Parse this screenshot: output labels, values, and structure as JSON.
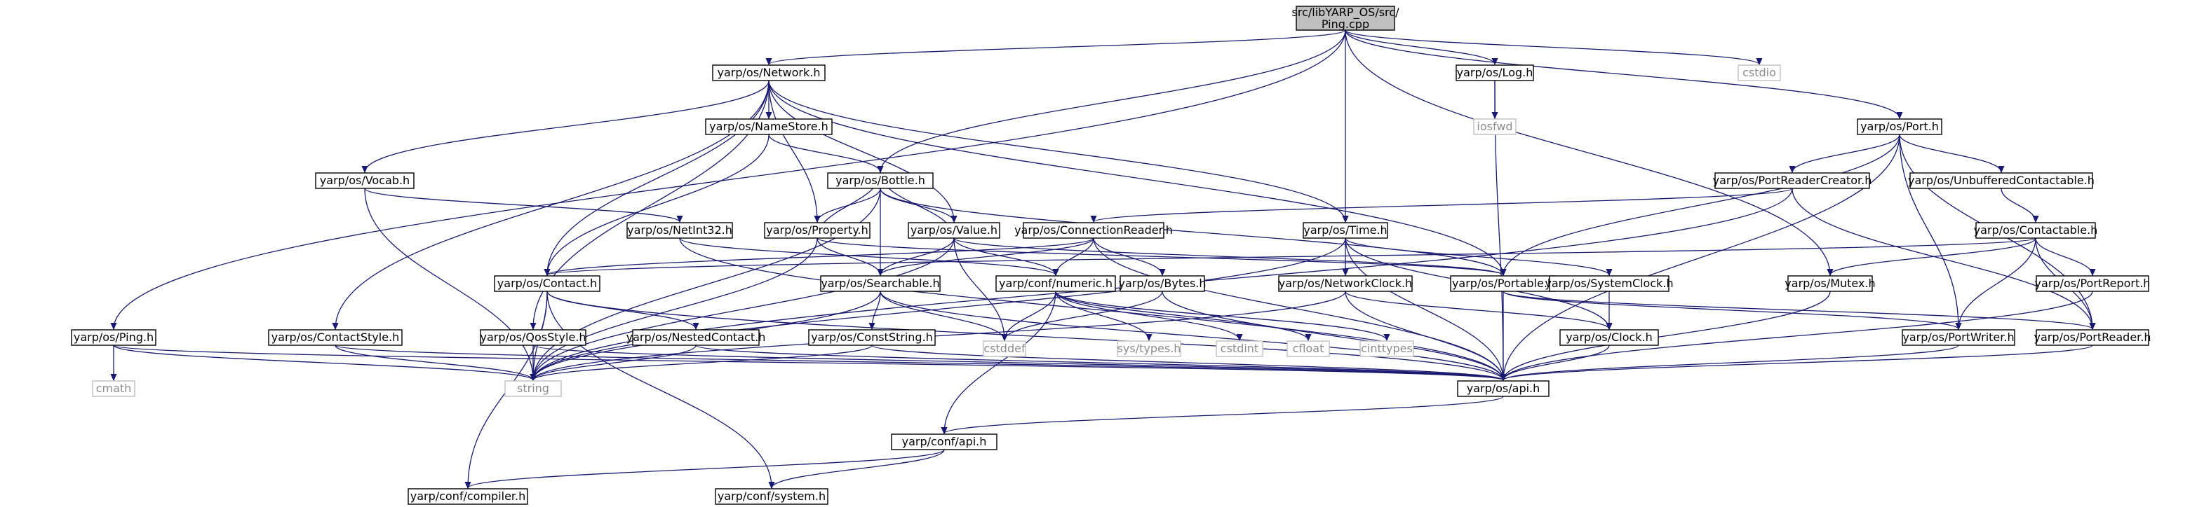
{
  "graph": {
    "edge_color": "#191970",
    "root_fill": "#bfbfbf",
    "nodes": [
      {
        "id": "root",
        "label": "src/libYARP_OS/src/Ping.cpp",
        "kind": "root"
      },
      {
        "id": "network",
        "label": "yarp/os/Network.h",
        "kind": "file"
      },
      {
        "id": "log",
        "label": "yarp/os/Log.h",
        "kind": "file"
      },
      {
        "id": "cstdio",
        "label": "cstdio",
        "kind": "ext"
      },
      {
        "id": "port",
        "label": "yarp/os/Port.h",
        "kind": "file"
      },
      {
        "id": "iosfwd",
        "label": "iosfwd",
        "kind": "ext"
      },
      {
        "id": "namestore",
        "label": "yarp/os/NameStore.h",
        "kind": "file"
      },
      {
        "id": "vocab",
        "label": "yarp/os/Vocab.h",
        "kind": "file"
      },
      {
        "id": "bottle",
        "label": "yarp/os/Bottle.h",
        "kind": "file"
      },
      {
        "id": "portreadercreator",
        "label": "yarp/os/PortReaderCreator.h",
        "kind": "file"
      },
      {
        "id": "unbuffered",
        "label": "yarp/os/UnbufferedContactable.h",
        "kind": "file"
      },
      {
        "id": "netint32",
        "label": "yarp/os/NetInt32.h",
        "kind": "file"
      },
      {
        "id": "property",
        "label": "yarp/os/Property.h",
        "kind": "file"
      },
      {
        "id": "value",
        "label": "yarp/os/Value.h",
        "kind": "file"
      },
      {
        "id": "connreader",
        "label": "yarp/os/ConnectionReader.h",
        "kind": "file"
      },
      {
        "id": "time",
        "label": "yarp/os/Time.h",
        "kind": "file"
      },
      {
        "id": "contactable",
        "label": "yarp/os/Contactable.h",
        "kind": "file"
      },
      {
        "id": "contact",
        "label": "yarp/os/Contact.h",
        "kind": "file"
      },
      {
        "id": "searchable",
        "label": "yarp/os/Searchable.h",
        "kind": "file"
      },
      {
        "id": "numeric",
        "label": "yarp/conf/numeric.h",
        "kind": "file"
      },
      {
        "id": "bytes",
        "label": "yarp/os/Bytes.h",
        "kind": "file"
      },
      {
        "id": "netclock",
        "label": "yarp/os/NetworkClock.h",
        "kind": "file"
      },
      {
        "id": "portable",
        "label": "yarp/os/Portable.h",
        "kind": "file"
      },
      {
        "id": "sysclock",
        "label": "yarp/os/SystemClock.h",
        "kind": "file"
      },
      {
        "id": "mutex",
        "label": "yarp/os/Mutex.h",
        "kind": "file"
      },
      {
        "id": "portreport",
        "label": "yarp/os/PortReport.h",
        "kind": "file"
      },
      {
        "id": "ping",
        "label": "yarp/os/Ping.h",
        "kind": "file"
      },
      {
        "id": "contactstyle",
        "label": "yarp/os/ContactStyle.h",
        "kind": "file"
      },
      {
        "id": "qosstyle",
        "label": "yarp/os/QosStyle.h",
        "kind": "file"
      },
      {
        "id": "nestedcontact",
        "label": "yarp/os/NestedContact.h",
        "kind": "file"
      },
      {
        "id": "conststring",
        "label": "yarp/os/ConstString.h",
        "kind": "file"
      },
      {
        "id": "cstddef",
        "label": "cstddef",
        "kind": "ext"
      },
      {
        "id": "systypes",
        "label": "sys/types.h",
        "kind": "ext"
      },
      {
        "id": "cstdint",
        "label": "cstdint",
        "kind": "ext"
      },
      {
        "id": "cfloat",
        "label": "cfloat",
        "kind": "ext"
      },
      {
        "id": "cinttypes",
        "label": "cinttypes",
        "kind": "ext"
      },
      {
        "id": "clock",
        "label": "yarp/os/Clock.h",
        "kind": "file"
      },
      {
        "id": "portwriter",
        "label": "yarp/os/PortWriter.h",
        "kind": "file"
      },
      {
        "id": "portreader",
        "label": "yarp/os/PortReader.h",
        "kind": "file"
      },
      {
        "id": "cmath",
        "label": "cmath",
        "kind": "ext"
      },
      {
        "id": "string",
        "label": "string",
        "kind": "ext"
      },
      {
        "id": "api",
        "label": "yarp/os/api.h",
        "kind": "file"
      },
      {
        "id": "confapi",
        "label": "yarp/conf/api.h",
        "kind": "file"
      },
      {
        "id": "compiler",
        "label": "yarp/conf/compiler.h",
        "kind": "file"
      },
      {
        "id": "system",
        "label": "yarp/conf/system.h",
        "kind": "file"
      }
    ],
    "edges": [
      [
        "root",
        "network"
      ],
      [
        "root",
        "log"
      ],
      [
        "root",
        "cstdio"
      ],
      [
        "root",
        "port"
      ],
      [
        "root",
        "ping"
      ],
      [
        "root",
        "bottle"
      ],
      [
        "root",
        "time"
      ],
      [
        "root",
        "mutex"
      ],
      [
        "network",
        "namestore"
      ],
      [
        "network",
        "vocab"
      ],
      [
        "network",
        "property"
      ],
      [
        "network",
        "value"
      ],
      [
        "network",
        "time"
      ],
      [
        "network",
        "contact"
      ],
      [
        "network",
        "contactstyle"
      ],
      [
        "network",
        "qosstyle"
      ],
      [
        "network",
        "portable"
      ],
      [
        "log",
        "iosfwd"
      ],
      [
        "log",
        "api"
      ],
      [
        "port",
        "portreadercreator"
      ],
      [
        "port",
        "unbuffered"
      ],
      [
        "port",
        "portable"
      ],
      [
        "port",
        "portwriter"
      ],
      [
        "port",
        "portreader"
      ],
      [
        "port",
        "api"
      ],
      [
        "namestore",
        "bottle"
      ],
      [
        "namestore",
        "contact"
      ],
      [
        "vocab",
        "netint32"
      ],
      [
        "vocab",
        "string"
      ],
      [
        "bottle",
        "property"
      ],
      [
        "bottle",
        "value"
      ],
      [
        "bottle",
        "searchable"
      ],
      [
        "bottle",
        "portable"
      ],
      [
        "bottle",
        "string"
      ],
      [
        "portreadercreator",
        "connreader"
      ],
      [
        "portreadercreator",
        "portreader"
      ],
      [
        "portreadercreator",
        "string"
      ],
      [
        "unbuffered",
        "contactable"
      ],
      [
        "netint32",
        "numeric"
      ],
      [
        "netint32",
        "api"
      ],
      [
        "property",
        "bottle"
      ],
      [
        "property",
        "searchable"
      ],
      [
        "property",
        "portable"
      ],
      [
        "property",
        "string"
      ],
      [
        "value",
        "bottle"
      ],
      [
        "value",
        "searchable"
      ],
      [
        "value",
        "numeric"
      ],
      [
        "value",
        "portable"
      ],
      [
        "value",
        "cstddef"
      ],
      [
        "value",
        "string"
      ],
      [
        "connreader",
        "contact"
      ],
      [
        "connreader",
        "searchable"
      ],
      [
        "connreader",
        "numeric"
      ],
      [
        "connreader",
        "bytes"
      ],
      [
        "connreader",
        "api"
      ],
      [
        "time",
        "netclock"
      ],
      [
        "time",
        "sysclock"
      ],
      [
        "time",
        "clock"
      ],
      [
        "time",
        "api"
      ],
      [
        "time",
        "string"
      ],
      [
        "contactable",
        "contact"
      ],
      [
        "contactable",
        "mutex"
      ],
      [
        "contactable",
        "portreport"
      ],
      [
        "contactable",
        "portwriter"
      ],
      [
        "contactable",
        "portreader"
      ],
      [
        "contact",
        "nestedcontact"
      ],
      [
        "contact",
        "string"
      ],
      [
        "contact",
        "compiler"
      ],
      [
        "contact",
        "system"
      ],
      [
        "contact",
        "api"
      ],
      [
        "searchable",
        "conststring"
      ],
      [
        "searchable",
        "cstddef"
      ],
      [
        "searchable",
        "string"
      ],
      [
        "searchable",
        "api"
      ],
      [
        "numeric",
        "systypes"
      ],
      [
        "numeric",
        "cstdint"
      ],
      [
        "numeric",
        "cfloat"
      ],
      [
        "numeric",
        "cinttypes"
      ],
      [
        "numeric",
        "cstddef"
      ],
      [
        "numeric",
        "confapi"
      ],
      [
        "bytes",
        "cstddef"
      ],
      [
        "bytes",
        "api"
      ],
      [
        "netclock",
        "clock"
      ],
      [
        "netclock",
        "api"
      ],
      [
        "netclock",
        "string"
      ],
      [
        "portable",
        "portwriter"
      ],
      [
        "portable",
        "portreader"
      ],
      [
        "portable",
        "api"
      ],
      [
        "sysclock",
        "clock"
      ],
      [
        "mutex",
        "api"
      ],
      [
        "portreport",
        "api"
      ],
      [
        "ping",
        "cmath"
      ],
      [
        "ping",
        "string"
      ],
      [
        "ping",
        "api"
      ],
      [
        "contactstyle",
        "string"
      ],
      [
        "contactstyle",
        "api"
      ],
      [
        "qosstyle",
        "string"
      ],
      [
        "qosstyle",
        "api"
      ],
      [
        "nestedcontact",
        "string"
      ],
      [
        "nestedcontact",
        "api"
      ],
      [
        "conststring",
        "string"
      ],
      [
        "conststring",
        "api"
      ],
      [
        "clock",
        "api"
      ],
      [
        "portwriter",
        "api"
      ],
      [
        "portreader",
        "api"
      ],
      [
        "api",
        "confapi"
      ],
      [
        "confapi",
        "compiler"
      ],
      [
        "confapi",
        "system"
      ]
    ]
  }
}
